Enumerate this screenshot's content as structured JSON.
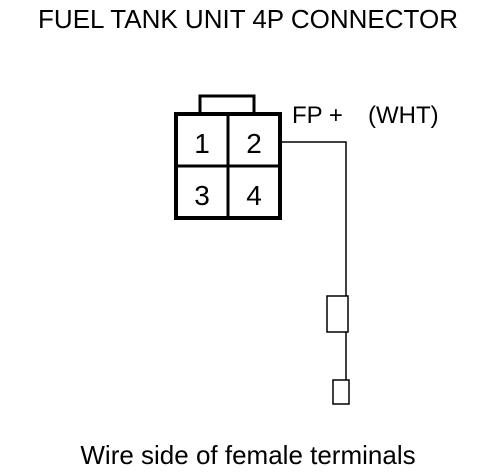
{
  "title": "FUEL TANK UNIT 4P CONNECTOR",
  "caption": "Wire side of female terminals",
  "connector": {
    "pins": [
      "1",
      "2",
      "3",
      "4"
    ]
  },
  "wire": {
    "label": "FP +",
    "color_label": "(WHT)"
  }
}
